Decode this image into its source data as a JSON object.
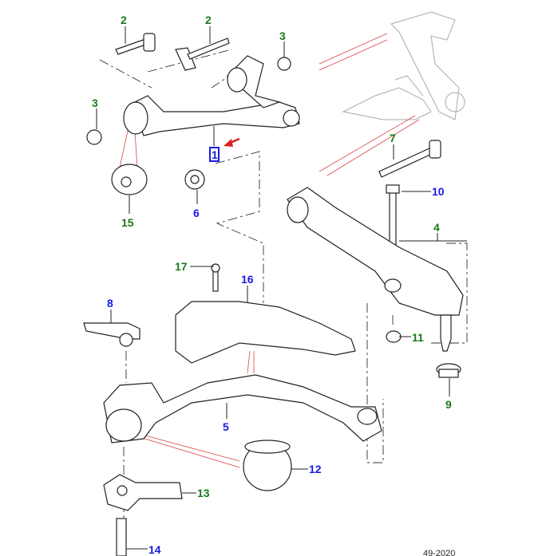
{
  "diagram": {
    "code": "49-2020",
    "label_colors": {
      "green": "#1a7a1a",
      "blue": "#1a1ae6",
      "highlight_box": "#1a1ae6",
      "arrow": "#e02020"
    },
    "callouts": [
      {
        "id": "c2a",
        "text": "2",
        "color": "green"
      },
      {
        "id": "c2b",
        "text": "2",
        "color": "green"
      },
      {
        "id": "c3a",
        "text": "3",
        "color": "green"
      },
      {
        "id": "c3b",
        "text": "3",
        "color": "green"
      },
      {
        "id": "c1",
        "text": "1",
        "color": "blue",
        "highlighted": true
      },
      {
        "id": "c15",
        "text": "15",
        "color": "green"
      },
      {
        "id": "c6",
        "text": "6",
        "color": "blue"
      },
      {
        "id": "c7",
        "text": "7",
        "color": "green"
      },
      {
        "id": "c10",
        "text": "10",
        "color": "blue"
      },
      {
        "id": "c4",
        "text": "4",
        "color": "green"
      },
      {
        "id": "c17",
        "text": "17",
        "color": "green"
      },
      {
        "id": "c16",
        "text": "16",
        "color": "blue"
      },
      {
        "id": "c8",
        "text": "8",
        "color": "blue"
      },
      {
        "id": "c11",
        "text": "11",
        "color": "green"
      },
      {
        "id": "c9",
        "text": "9",
        "color": "green"
      },
      {
        "id": "c5",
        "text": "5",
        "color": "blue"
      },
      {
        "id": "c12",
        "text": "12",
        "color": "blue"
      },
      {
        "id": "c13",
        "text": "13",
        "color": "green"
      },
      {
        "id": "c14",
        "text": "14",
        "color": "blue"
      }
    ]
  }
}
